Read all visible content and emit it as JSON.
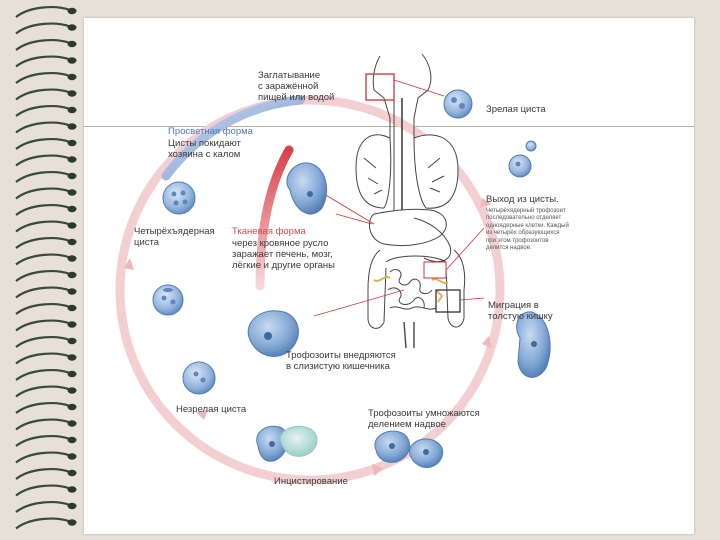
{
  "labels": {
    "swallow": "Заглатывание\nс заражённой\nпищей или водой",
    "mature_cyst": "Зрелая циста",
    "lumen_title": "Просветная форма",
    "lumen_body": "Цисты покидают\nхозяина с калом",
    "exit_title": "Выход из цисты.",
    "exit_body": "Четырёхядерный трофозоит\nпоследовательно отделяет\nодноядерные клетки. Каждый\nиз четырёх образующихся\nпри этом трофозоитов\nделится надвое.",
    "four_nuclear": "Четырёхъядерная\nциста",
    "tissue_title": "Тканевая форма",
    "tissue_body": "через кровяное русло\nзаражает печень, мозг,\nлёгкие и другие органы",
    "migration": "Миграция в\nтолстую кишку",
    "invade": "Трофозоиты внедряются\nв слизистую кишечника",
    "immature": "Незрелая циста",
    "multiply": "Трофозоиты умножаются\nделением надвое",
    "encyst": "Инцистирование"
  },
  "colors": {
    "circle": "#f4cfd2",
    "arrow_blue": "#8ea8d8",
    "arrow_red": "#d9414a",
    "cell": "#7ea4d2",
    "cell_dark": "#4d79ad",
    "highlight_box": "#c8343a"
  }
}
